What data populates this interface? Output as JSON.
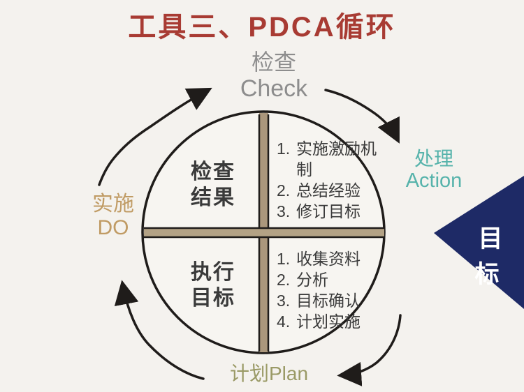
{
  "title": "工具三、PDCA循环",
  "cycle_labels": {
    "check": {
      "zh": "检查",
      "en": "Check"
    },
    "action": {
      "zh": "处理",
      "en": "Action"
    },
    "do": {
      "zh": "实施",
      "en": "DO"
    },
    "plan": {
      "zh": "计划Plan"
    }
  },
  "goal": {
    "label": "目标"
  },
  "quadrants": {
    "top_left": {
      "line1": "检查",
      "line2": "结果"
    },
    "bottom_left": {
      "line1": "执行",
      "line2": "目标"
    },
    "top_right": {
      "items": [
        {
          "num": "1.",
          "text": "实施激励机制"
        },
        {
          "num": "2.",
          "text": "总结经验"
        },
        {
          "num": "3.",
          "text": "修订目标"
        }
      ]
    },
    "bottom_right": {
      "items": [
        {
          "num": "1.",
          "text": "收集资料"
        },
        {
          "num": "2.",
          "text": "分析"
        },
        {
          "num": "3.",
          "text": "目标确认"
        },
        {
          "num": "4.",
          "text": "计划实施"
        }
      ]
    }
  },
  "colors": {
    "title_red": "#a83b33",
    "check_gray": "#8d8d8d",
    "action_teal": "#56b3ab",
    "do_tan": "#c09b64",
    "plan_olive": "#9a9a66",
    "goal_navy": "#1e2a66",
    "divider_tan": "#ab977c",
    "ink": "#1f1c1a",
    "background": "#f4f2ee"
  }
}
